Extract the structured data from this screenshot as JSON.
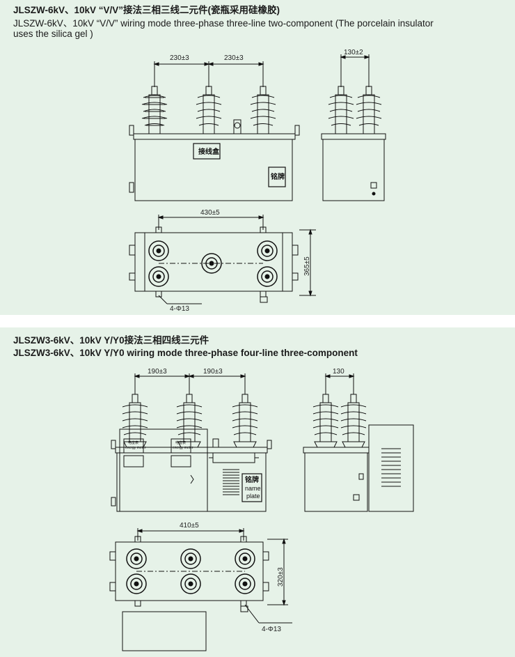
{
  "section1": {
    "title_cn": "JLSZW-6kV、10kV “V/V”接法三相三线二元件(瓷瓶采用硅橡胶)",
    "title_en_line1": "JLSZW-6kV、10kV “V/V” wiring mode three-phase three-line two-component (The porcelain insulator",
    "title_en_line2": "uses the silica gel )",
    "dims": {
      "spacing_a": "230±3",
      "spacing_b": "230±3",
      "side_spacing": "130±2",
      "base_width": "430±5",
      "base_depth": "365±5",
      "holes": "4-Φ13"
    },
    "labels": {
      "junction_box": "接线盒",
      "nameplate": "铭牌"
    }
  },
  "section2": {
    "title_cn": "JLSZW3-6kV、10kV  Y/Y0接法三相四线三元件",
    "title_en": "JLSZW3-6kV、10kV  Y/Y0 wiring mode three-phase four-line three-component",
    "dims": {
      "spacing_a": "190±3",
      "spacing_b": "190±3",
      "side_spacing": "130",
      "base_width": "410±5",
      "base_depth": "320±3",
      "holes": "4-Φ13"
    },
    "labels": {
      "meter_cn": "电度表",
      "meter_en": "energy meter",
      "nameplate_cn": "铭牌",
      "nameplate_en1": "name",
      "nameplate_en2": "plate"
    }
  }
}
